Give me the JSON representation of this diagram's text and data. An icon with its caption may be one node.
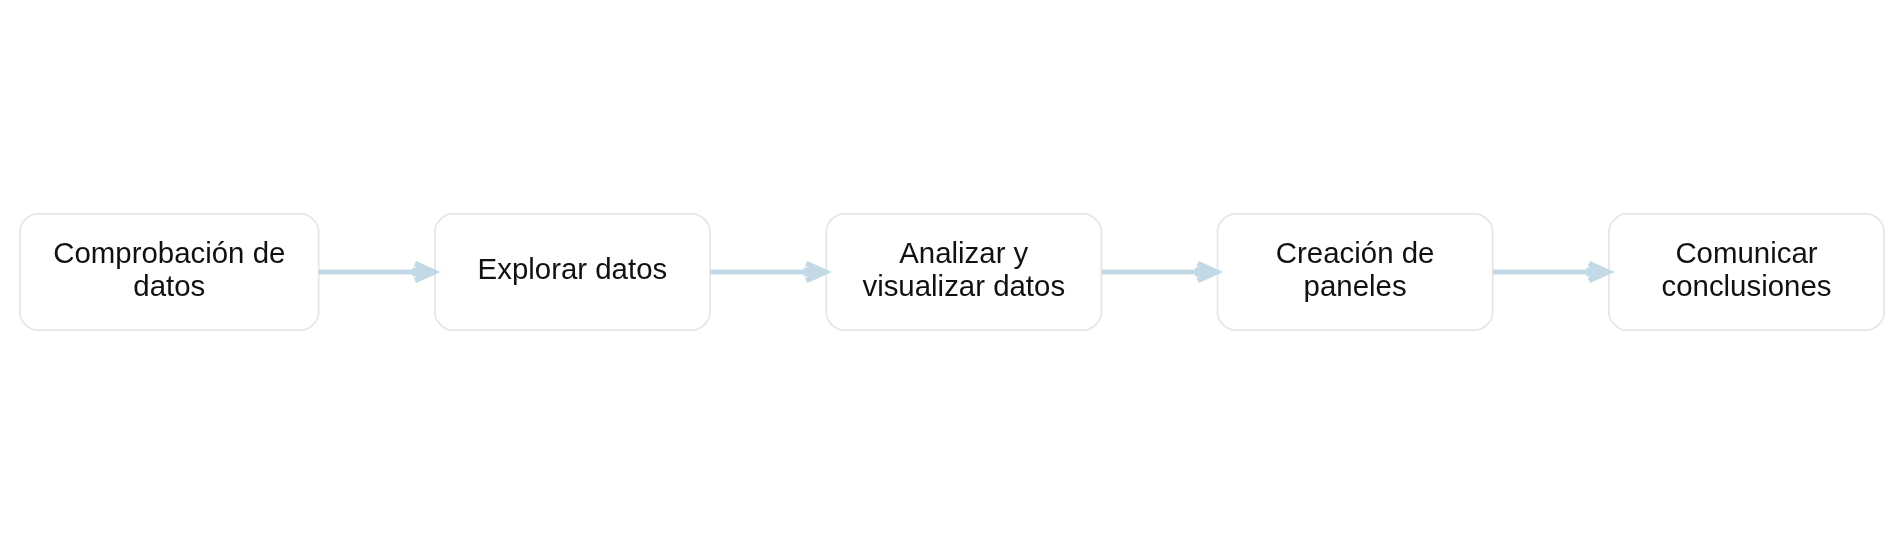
{
  "diagram": {
    "nodes": [
      {
        "text": [
          "Comprobación de datos"
        ]
      },
      {
        "text": [
          "Explorar datos"
        ]
      },
      {
        "text": [
          "Analizar y visualizar datos"
        ]
      },
      {
        "text": [
          "Creación de paneles"
        ]
      },
      {
        "text": [
          "Comunicar conclusiones"
        ]
      }
    ],
    "edges": [
      {
        "from": 0,
        "to": 1,
        "arrow": "to"
      },
      {
        "from": 1,
        "to": 2,
        "arrow": "to"
      },
      {
        "from": 2,
        "to": 3,
        "arrow": "to"
      },
      {
        "from": 3,
        "to": 4,
        "arrow": "to"
      }
    ]
  }
}
